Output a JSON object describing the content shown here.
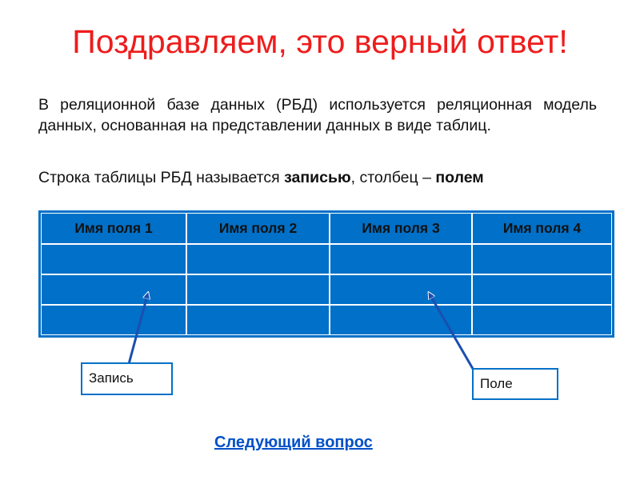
{
  "slide": {
    "title": "Поздравляем, это верный ответ!",
    "paragraph1": "В реляционной базе данных (РБД) используется реляционная модель данных, основанная на представлении данных в виде таблиц.",
    "paragraph2": {
      "prefix": "Строка таблицы РБД называется ",
      "term_record": "записью",
      "middle": ", столбец – ",
      "term_field": "полем"
    },
    "table": {
      "headers": [
        "Имя поля 1",
        "Имя поля 2",
        "Имя поля 3",
        "Имя поля 4"
      ],
      "empty_rows": 3
    },
    "callouts": {
      "record": "Запись",
      "field": "Поле"
    },
    "next_link": "Следующий вопрос",
    "colors": {
      "title": "#ee1c1c",
      "table": "#0070c8",
      "link": "#0050c8"
    }
  }
}
